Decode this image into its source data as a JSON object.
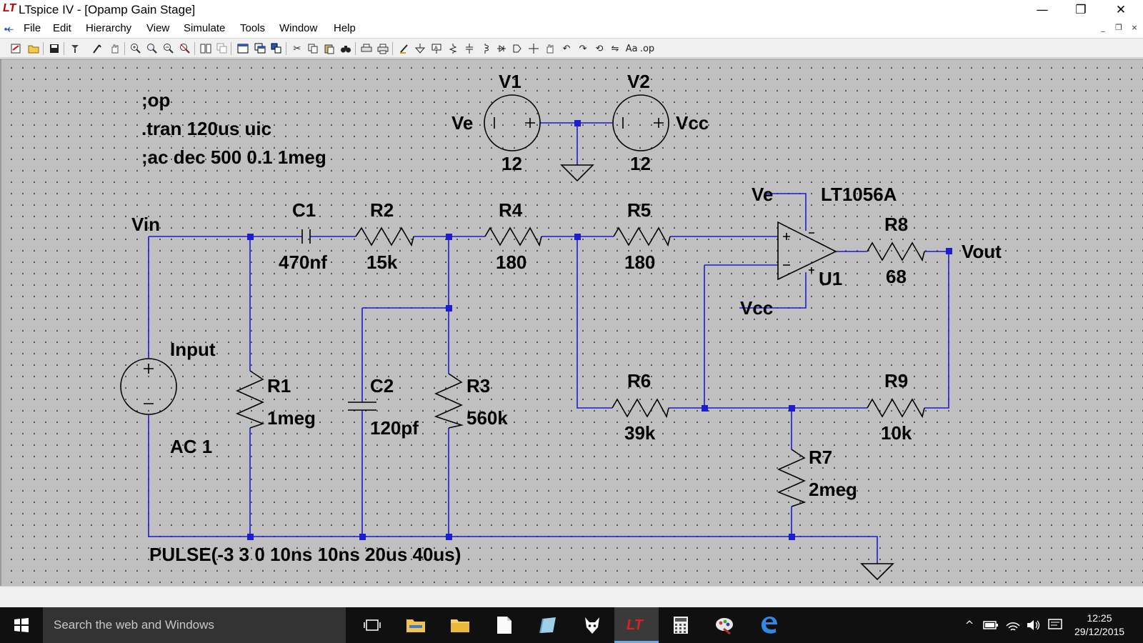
{
  "window": {
    "title": "LTspice IV - [Opamp Gain Stage]",
    "logo_glyph": "LT",
    "controls": {
      "minimize": "—",
      "maximize": "❐",
      "close": "✕"
    }
  },
  "menu": {
    "items": [
      "File",
      "Edit",
      "Hierarchy",
      "View",
      "Simulate",
      "Tools",
      "Window",
      "Help"
    ],
    "mdi_controls": [
      "_",
      "❐",
      "×"
    ]
  },
  "toolbar": {
    "icons": [
      "new-schematic-icon",
      "open-icon",
      "save-icon",
      "control-panel-icon",
      "run-icon",
      "pan-icon",
      "zoom-in-icon",
      "zoom-full-icon",
      "zoom-out-icon",
      "zoom-cancel-icon",
      "tile-icon",
      "cascade-icon",
      "autoscale-icon",
      "draft-icon",
      "hierarchy-icon",
      "cut-icon",
      "copy-icon",
      "paste-icon",
      "find-icon",
      "print-setup-icon",
      "print-icon",
      "wire-icon",
      "ground-icon",
      "label-net-icon",
      "resistor-icon",
      "capacitor-icon",
      "inductor-icon",
      "diode-icon",
      "component-icon",
      "move-icon",
      "drag-icon",
      "undo-icon",
      "redo-icon",
      "rotate-icon",
      "mirror-icon",
      "text-icon",
      "spice-directive-icon"
    ],
    "text_glyphs": {
      "text_tool": "Aa",
      "directive_tool": ".op"
    }
  },
  "schematic": {
    "wire_color": "#1c1cd0",
    "canvas_color": "#c0c0c0",
    "directives": [
      ";op",
      ".tran 120us uic",
      ";ac dec 500 0.1 1meg"
    ],
    "net_labels": {
      "vin": "Vin",
      "vout": "Vout",
      "ve_left": "Ve",
      "vcc_right": "Vcc",
      "ve_opamp": "Ve",
      "vcc_opamp": "Vcc"
    },
    "sources": {
      "v1": {
        "name": "V1",
        "value": "12"
      },
      "v2": {
        "name": "V2",
        "value": "12"
      },
      "input": {
        "name": "Input",
        "value": "AC 1",
        "pulse": "PULSE(-3 3 0 10ns 10ns 20us 40us)"
      }
    },
    "opamp": {
      "model": "LT1056A",
      "ref": "U1"
    },
    "components": {
      "c1": {
        "name": "C1",
        "value": "470nf"
      },
      "r2": {
        "name": "R2",
        "value": "15k"
      },
      "r4": {
        "name": "R4",
        "value": "180"
      },
      "r5": {
        "name": "R5",
        "value": "180"
      },
      "r8": {
        "name": "R8",
        "value": "68"
      },
      "r1": {
        "name": "R1",
        "value": "1meg"
      },
      "c2": {
        "name": "C2",
        "value": "120pf"
      },
      "r3": {
        "name": "R3",
        "value": "560k"
      },
      "r6": {
        "name": "R6",
        "value": "39k"
      },
      "r9": {
        "name": "R9",
        "value": "10k"
      },
      "r7": {
        "name": "R7",
        "value": "2meg"
      }
    }
  },
  "taskbar": {
    "search_placeholder": "Search the web and Windows",
    "apps": [
      "task-view-icon",
      "file-explorer-icon",
      "folder-icon",
      "document-icon",
      "notepad-icon",
      "fox-app-icon",
      "ltspice-icon",
      "calculator-icon",
      "paint-icon",
      "edge-icon"
    ],
    "tray": {
      "chevron": "^",
      "time": "12:25",
      "date": "29/12/2015"
    }
  }
}
